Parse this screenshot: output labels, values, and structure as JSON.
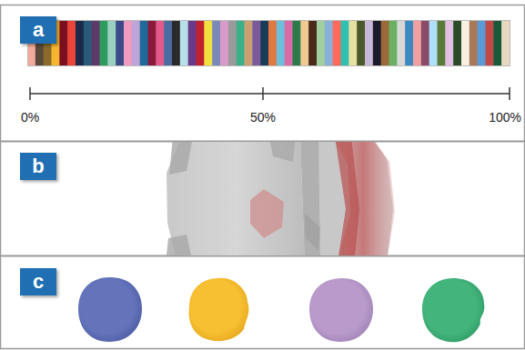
{
  "diagram": {
    "nodes": [
      {
        "text": [
          "a"
        ]
      },
      {
        "text": [
          "b"
        ]
      },
      {
        "text": [
          "c"
        ]
      }
    ],
    "labels": [
      "0%",
      "50%",
      "100%"
    ]
  }
}
